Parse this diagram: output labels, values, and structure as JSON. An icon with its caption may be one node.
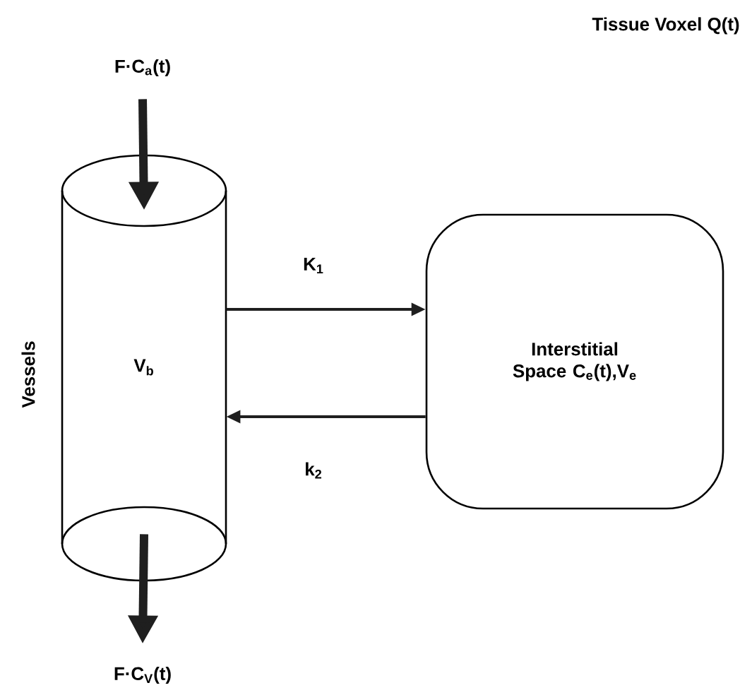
{
  "diagram": {
    "title": "Tissue Voxel Q(t)",
    "nodes": [
      {
        "text": [
          "V$_{b}$"
        ],
        "beside": [
          "Vessels"
        ]
      },
      {
        "text": [
          "Interstitial Space C$_{e}$(t),V$_{e}$"
        ]
      },
      {
        "text": [
          "F·C$_{a}$(t)"
        ]
      },
      {
        "text": [
          "F·C$_{V}$(t)"
        ]
      }
    ],
    "edges": [
      {
        "from": 2,
        "to": 0,
        "arrow": "to",
        "style": "thick"
      },
      {
        "from": 0,
        "to": 1,
        "arrow": "to",
        "label": "K$_{1}$"
      },
      {
        "from": 1,
        "to": 0,
        "arrow": "to",
        "label": "k$_{2}$"
      },
      {
        "from": 0,
        "to": 3,
        "arrow": "to",
        "style": "thick"
      }
    ]
  }
}
